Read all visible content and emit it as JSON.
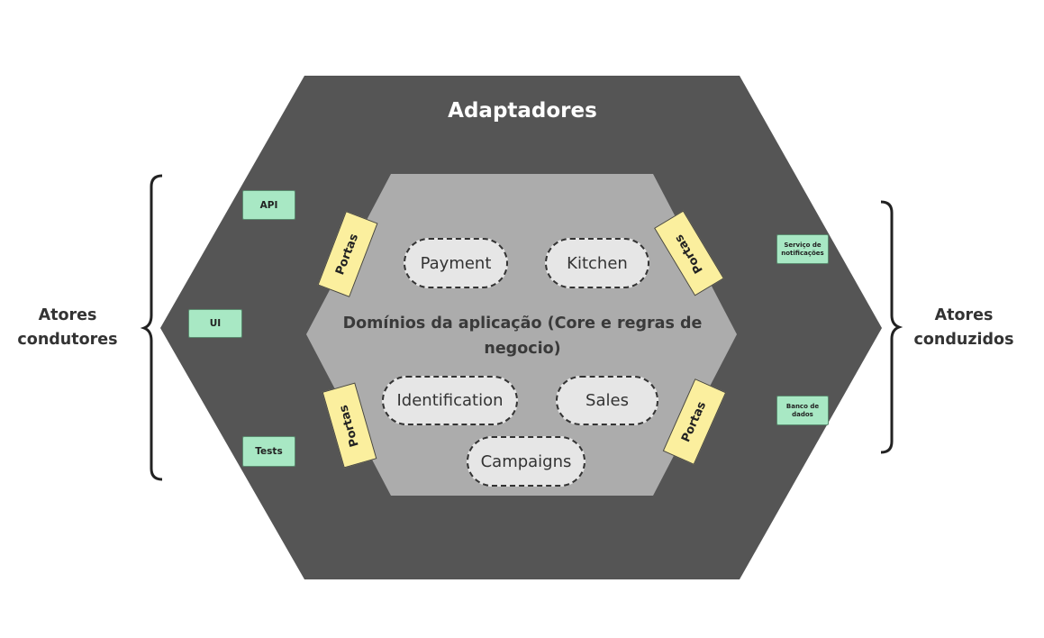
{
  "diagram": {
    "outer_title": "Adaptadores",
    "core_title": "Domínios da aplicação (Core e regras de negocio)",
    "left_actors_label": "Atores condutores",
    "right_actors_label": "Atores conduzidos",
    "driving_adapters": [
      "API",
      "UI",
      "Tests"
    ],
    "driven_adapters": [
      "Serviço de notificações",
      "Banco de dados"
    ],
    "ports": [
      "Portas",
      "Portas",
      "Portas",
      "Portas"
    ],
    "domains": [
      "Payment",
      "Kitchen",
      "Identification",
      "Sales",
      "Campaigns"
    ]
  },
  "colors": {
    "outer_hexagon": "#555555",
    "inner_hexagon": "#acacac",
    "domain_pill": "#e6e6e6",
    "adapter_box": "#a8e8c4",
    "port": "#fbef9e",
    "bracket": "#222222"
  },
  "icons": [
    "left-bracket",
    "right-bracket"
  ]
}
